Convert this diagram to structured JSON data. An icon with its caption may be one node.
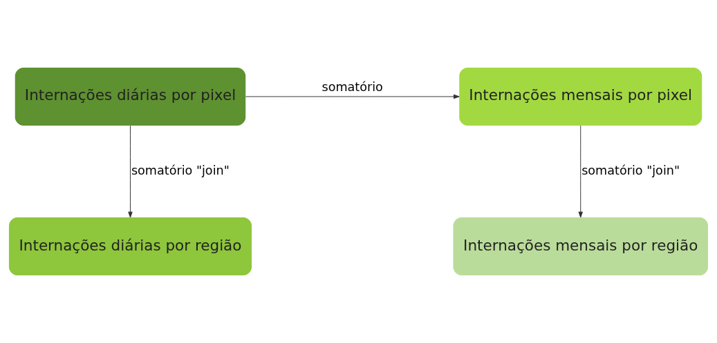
{
  "diagram": {
    "nodes": [
      {
        "text": [
          "Internações diárias por pixel"
        ]
      },
      {
        "text": [
          "Internações mensais por pixel"
        ]
      },
      {
        "text": [
          "Internações diárias por região"
        ]
      },
      {
        "text": [
          "Internações mensais por região"
        ]
      }
    ],
    "edges": [
      {
        "from": 0,
        "to": 1,
        "arrow": "to",
        "label": "somatório"
      },
      {
        "from": 0,
        "to": 2,
        "arrow": "to",
        "label": "somatório \"join\""
      },
      {
        "from": 1,
        "to": 3,
        "arrow": "to",
        "label": "somatório \"join\""
      }
    ]
  }
}
